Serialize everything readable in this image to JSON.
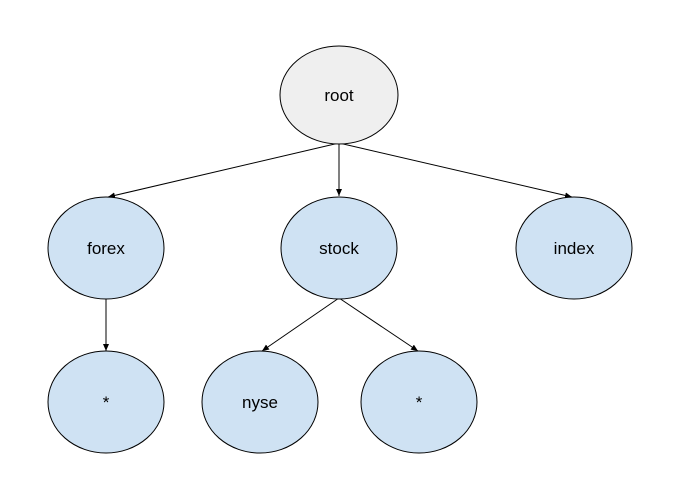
{
  "colors": {
    "root_fill": "#efefef",
    "node_fill": "#cfe2f3",
    "stroke": "#000000",
    "text": "#000000"
  },
  "tree": {
    "root": "root",
    "forex": "forex",
    "stock": "stock",
    "index": "index",
    "forex_child": "*",
    "stock_child_nyse": "nyse",
    "stock_child_wildcard": "*"
  }
}
